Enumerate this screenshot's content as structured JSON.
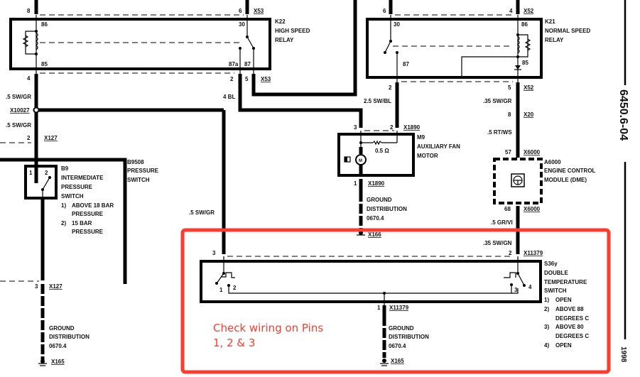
{
  "diagram": {
    "page_id": "6450.6-04",
    "year": "1998",
    "note": {
      "line1": "Check wiring on Pins",
      "line2": "1, 2 & 3",
      "color": "#ff3b2f"
    },
    "highlight_color": "#ff3b2f",
    "components": {
      "k22": {
        "id": "K22",
        "line1": "HIGH SPEED",
        "line2": "RELAY",
        "pin_86": "86",
        "pin_85": "85",
        "pin_30": "30",
        "pin_87a": "87a",
        "pin_87": "87"
      },
      "k21": {
        "id": "K21",
        "line1": "NORMAL SPEED",
        "line2": "RELAY",
        "pin_30": "30",
        "pin_87": "87",
        "pin_86": "86",
        "pin_85": "85"
      },
      "b9": {
        "id": "B9",
        "line1": "INTERMEDIATE",
        "line2": "PRESSURE",
        "line3": "SWITCH",
        "pin_1": "1",
        "pin_2": "2",
        "states": [
          {
            "num": "1)",
            "text1": "ABOVE 18 BAR",
            "text2": "PRESSURE"
          },
          {
            "num": "2)",
            "text1": "15 BAR",
            "text2": "PRESSURE"
          }
        ]
      },
      "b9508": {
        "id": "B9508",
        "line1": "PRESSURE",
        "line2": "SWITCH"
      },
      "m9": {
        "id": "M9",
        "line1": "AUXILIARY FAN",
        "line2": "MOTOR",
        "resistor": "0.5 Ω",
        "motor_symbol": "M"
      },
      "a6000": {
        "id": "A6000",
        "line1": "ENGINE CONTROL",
        "line2": "MODULE (DME)"
      },
      "s36y": {
        "id": "S36y",
        "line1": "DOUBLE",
        "line2": "TEMPERATURE",
        "line3": "SWITCH",
        "pin_1": "1",
        "pin_2": "2",
        "pin_3": "3",
        "pin_4": "4",
        "states": [
          {
            "num": "1)",
            "text1": "OPEN",
            "text2": ""
          },
          {
            "num": "2)",
            "text1": "ABOVE 88",
            "text2": "DEGREES C"
          },
          {
            "num": "3)",
            "text1": "ABOVE 80",
            "text2": "DEGREES C"
          },
          {
            "num": "4)",
            "text1": "OPEN",
            "text2": ""
          }
        ]
      }
    },
    "wires": {
      "left_top_pin": "8",
      "k22_bottom_pin": "4",
      "w1": ".5 SW/GR",
      "splice": "X10027",
      "w2": ".5 SW/GR",
      "x127_pin2": "2",
      "x127": "X127",
      "x127_pin3": "3",
      "k22_30_pin": "6",
      "x53": "X53",
      "k22_87a_pin": "2",
      "k22_87_pin": "5",
      "w_4bl": "4 BL",
      "w_sw_gr_mid": ".5 SW/GR",
      "k21_30_pin": "6",
      "k21_86_pin": "4",
      "x52": "X52",
      "k21_87_pin": "2",
      "k21_85_pin": "5",
      "w_25swbl": "2.5 SW/BL",
      "w_35swgr": ".35 SW/GR",
      "x20_pin": "8",
      "x20": "X20",
      "w_rtws": ".5 RT/WS",
      "m9_pin3": "3",
      "m9_pin2": "2",
      "x1890": "X1890",
      "m9_pin1": "1",
      "a6000_pin57": "57",
      "x6000": "X6000",
      "a6000_pin68": "68",
      "w_grvi": ".5 GR/VI",
      "w_35swgn": ".35 SW/GN",
      "s36_pin3_conn": "3",
      "s36_pin2_conn": "2",
      "x11379": "X11379",
      "s36_pin1_conn": "1",
      "x166": "X166",
      "x165": "X165"
    },
    "grounds": {
      "label1": "GROUND",
      "label2": "DISTRIBUTION",
      "label3": "0670.4"
    }
  }
}
